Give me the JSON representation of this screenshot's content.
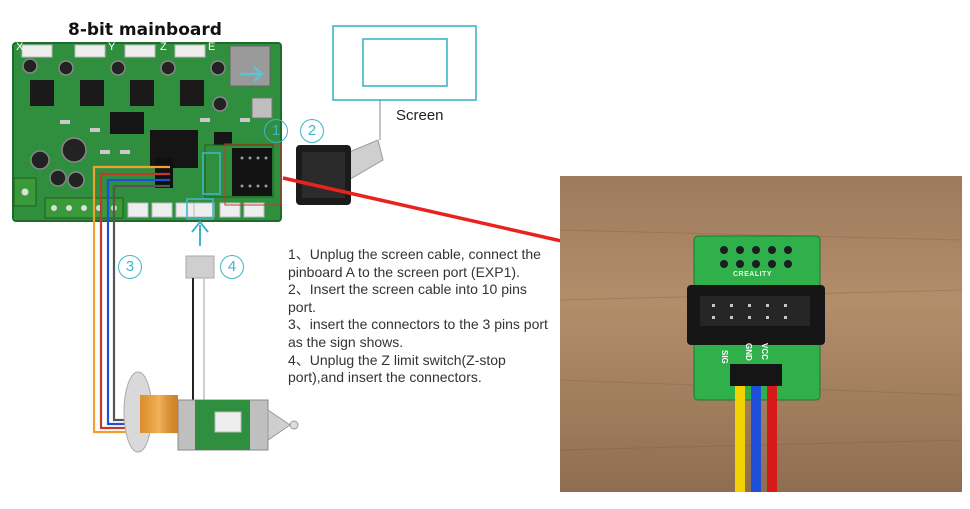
{
  "diagram": {
    "title": "8-bit mainboard",
    "screen_label": "Screen",
    "step_numbers": [
      "1",
      "2",
      "3",
      "4"
    ],
    "axis_labels": [
      "X",
      "Y",
      "Z",
      "E"
    ],
    "photo_board_logo": "CREALITY",
    "photo_pin_labels": [
      "SIG",
      "GND",
      "VCC"
    ],
    "instructions": [
      "1、Unplug the screen cable, connect the pinboard A to the screen port (EXP1).",
      "2、Insert the screen cable into 10 pins port.",
      "3、insert the connectors to the 3 pins port as the sign shows.",
      "4、Unplug the Z limit switch(Z-stop port),and insert the connectors."
    ],
    "colors": {
      "accent": "#3fb6c6",
      "arrow": "#e8231d",
      "board_green": "#2f8f3e",
      "wire_yellow": "#f2d200",
      "wire_blue": "#1d4fd8",
      "wire_red": "#d61a1a"
    }
  }
}
